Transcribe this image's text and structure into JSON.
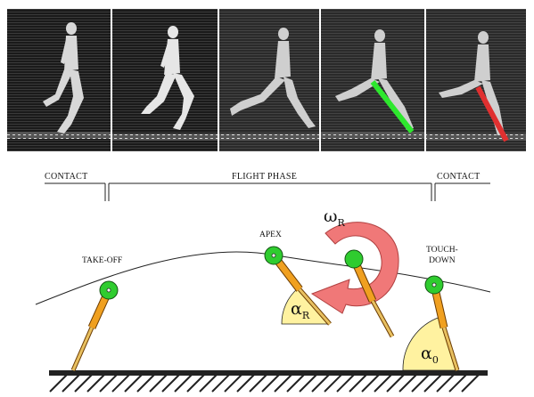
{
  "colors": {
    "leg": "#f0a020",
    "leg_outline": "#6b3b00",
    "foot": "#e8c060",
    "body_node": "#2fcc2f",
    "angle_fill": "#fff2a0",
    "rotation_arrow": "#f07878",
    "green_leg_marker": "#2ee82e",
    "red_leg_marker": "#e03030"
  },
  "photos": [
    {
      "name": "photo-frame-1"
    },
    {
      "name": "photo-frame-2"
    },
    {
      "name": "photo-frame-3"
    },
    {
      "name": "photo-frame-4"
    },
    {
      "name": "photo-frame-5"
    }
  ],
  "phases": {
    "contact_left": "CONTACT",
    "flight": "FLIGHT PHASE",
    "contact_right": "CONTACT"
  },
  "points": {
    "take_off": "TAKE-OFF",
    "apex": "APEX",
    "touch_down_line1": "TOUCH-",
    "touch_down_line2": "DOWN"
  },
  "angles": {
    "alpha_R_symbol": "α",
    "alpha_R_sub": "R",
    "omega_R_symbol": "ω",
    "omega_R_sub": "R",
    "alpha_0_symbol": "α",
    "alpha_0_sub": "0"
  }
}
